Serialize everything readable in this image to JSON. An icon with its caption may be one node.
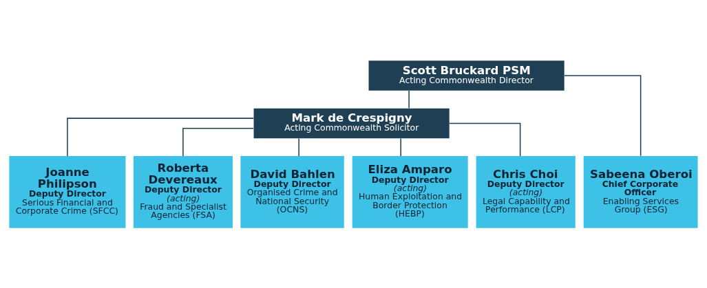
{
  "diagram": {
    "nodes": [
      {
        "text": [
          "Scott Bruckard PSM",
          "Acting Commonwealth Director"
        ]
      },
      {
        "text": [
          "Mark de Crespigny",
          "Acting Commonwealth Solicitor"
        ]
      },
      {
        "text": [
          "Sabeena Oberoi",
          "Chief Corporate Officer",
          "Enabling Services Group (ESG)"
        ]
      },
      {
        "text": [
          "Joanne Philipson",
          "Deputy Director",
          "Serious Financial and Corporate Crime (SFCC)"
        ]
      },
      {
        "text": [
          "Roberta Devereaux",
          "Deputy Director",
          "(acting)",
          "Fraud and Specialist Agencies (FSA)"
        ]
      },
      {
        "text": [
          "David Bahlen",
          "Deputy Director",
          "Organised Crime and National Security (OCNS)"
        ]
      },
      {
        "text": [
          "Eliza Amparo",
          "Deputy Director",
          "(acting)",
          "Human Exploitation and Border Protection (HEBP)"
        ]
      },
      {
        "text": [
          "Chris Choi",
          "Deputy Director",
          "(acting)",
          "Legal Capability and Performance (LCP)"
        ]
      }
    ],
    "edges": [
      {
        "from": 0,
        "to": 1,
        "arrow": "none"
      },
      {
        "from": 0,
        "to": 2,
        "arrow": "none"
      },
      {
        "from": 1,
        "to": 3,
        "arrow": "none"
      },
      {
        "from": 1,
        "to": 4,
        "arrow": "none"
      },
      {
        "from": 1,
        "to": 5,
        "arrow": "none"
      },
      {
        "from": 1,
        "to": 6,
        "arrow": "none"
      },
      {
        "from": 1,
        "to": 7,
        "arrow": "none"
      }
    ]
  }
}
